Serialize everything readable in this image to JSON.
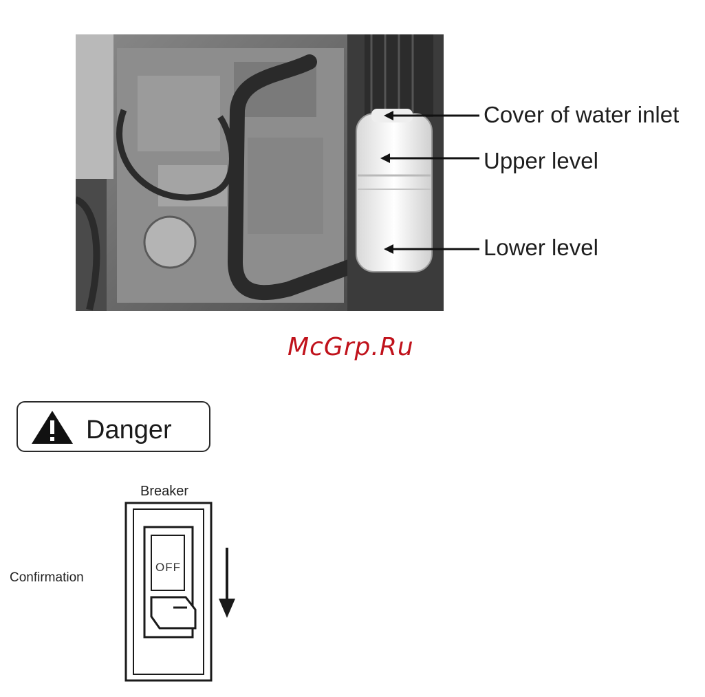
{
  "figure": {
    "callouts": {
      "cover": "Cover of water inlet",
      "upper": "Upper level",
      "lower": "Lower level"
    }
  },
  "watermark": "McGrp.Ru",
  "danger": {
    "label": "Danger",
    "icon": "warning-triangle-icon"
  },
  "breaker": {
    "title": "Breaker",
    "side_label": "Confirmation",
    "switch_state": "OFF"
  },
  "colors": {
    "watermark": "#c0121b",
    "photo_dark": "#3c3c3c",
    "text": "#1a1a1a"
  }
}
